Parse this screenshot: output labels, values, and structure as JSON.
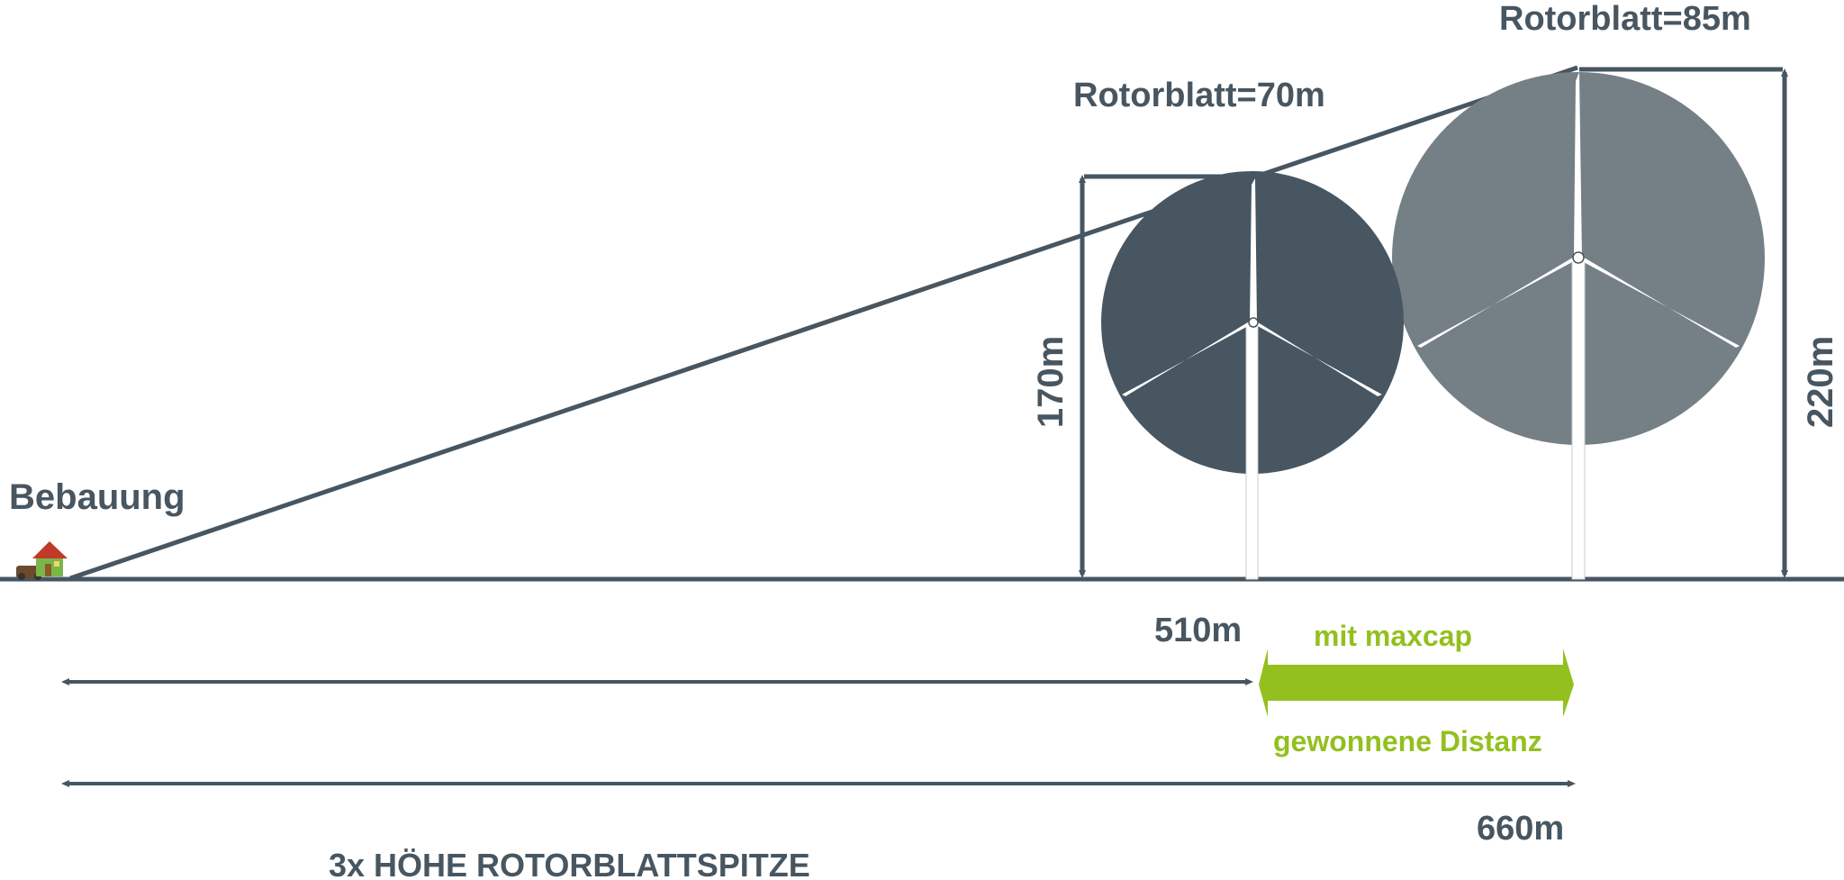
{
  "labels": {
    "building": "Bebauung",
    "rotor_small": "Rotorblatt=70m",
    "rotor_large": "Rotorblatt=85m",
    "height_small": "170m",
    "height_large": "220m",
    "distance_small": "510m",
    "distance_large": "660m",
    "gain_top": "mit maxcap",
    "gain_bottom": "gewonnene Distanz",
    "rule": "3x HÖHE ROTORBLATTSPITZE"
  },
  "colors": {
    "line": "#475661",
    "rotor_small": "#475661",
    "rotor_large": "#757f86",
    "accent": "#93c01f",
    "blade": "#ffffff"
  },
  "icons": {
    "building": "house-icon"
  }
}
